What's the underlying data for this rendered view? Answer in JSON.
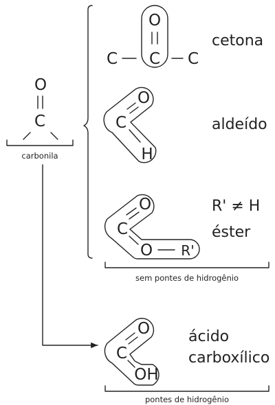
{
  "carbonyl": {
    "o": "O",
    "c": "C",
    "caption": "carbonila"
  },
  "ketone": {
    "atom_left": "C",
    "atom_o": "O",
    "atom_c": "C",
    "atom_right": "C",
    "label": "cetona"
  },
  "aldehyde": {
    "atom_o": "O",
    "atom_c": "C",
    "atom_h": "H",
    "label": "aldeído"
  },
  "ester": {
    "atom_o": "O",
    "atom_c": "C",
    "atom_o2": "O",
    "atom_r": "R'",
    "label_condition": "R' ≠ H",
    "label": "éster"
  },
  "group_caption_no_h": "sem pontes de hidrogênio",
  "acid": {
    "atom_o": "O",
    "atom_c": "C",
    "atom_oh": "OH",
    "label_line1": "ácido",
    "label_line2": "carboxílico"
  },
  "group_caption_h": "pontes de hidrogênio"
}
